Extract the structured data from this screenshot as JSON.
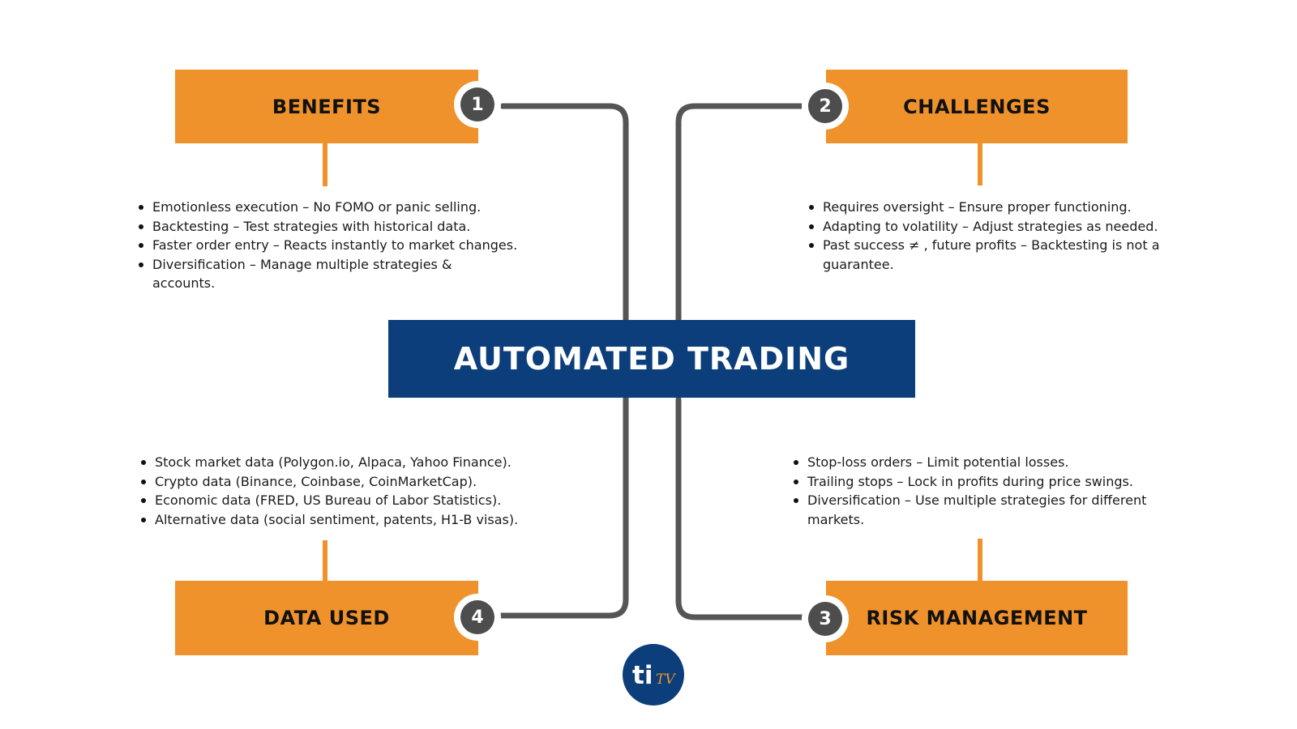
{
  "center": {
    "title": "AUTOMATED TRADING"
  },
  "colors": {
    "accent": "#f0922b",
    "primary": "#0b3e7a",
    "connector": "#555555",
    "badge": "#4d4d4d"
  },
  "sections": [
    {
      "number": "1",
      "title": "BENEFITS",
      "items": [
        "Emotionless execution – No FOMO or panic selling.",
        "Backtesting – Test strategies with historical data.",
        "Faster order entry – Reacts instantly to market changes.",
        "Diversification – Manage multiple strategies & accounts."
      ]
    },
    {
      "number": "2",
      "title": "CHALLENGES",
      "items": [
        "Requires oversight – Ensure proper functioning.",
        "Adapting to volatility – Adjust strategies as needed.",
        "Past success ≠ , future profits – Backtesting is not a guarantee."
      ]
    },
    {
      "number": "3",
      "title": "RISK MANAGEMENT",
      "items": [
        "Stop-loss orders – Limit potential losses.",
        "Trailing stops – Lock in profits during price swings.",
        "Diversification – Use multiple strategies for different markets."
      ]
    },
    {
      "number": "4",
      "title": "DATA USED",
      "items": [
        "Stock market data (Polygon.io, Alpaca, Yahoo Finance).",
        "Crypto data (Binance, Coinbase, CoinMarketCap).",
        "Economic data (FRED, US Bureau of Labor Statistics).",
        "Alternative data (social sentiment, patents, H1-B visas)."
      ]
    }
  ],
  "logo": {
    "text_main": "ti",
    "text_accent": "TV"
  }
}
